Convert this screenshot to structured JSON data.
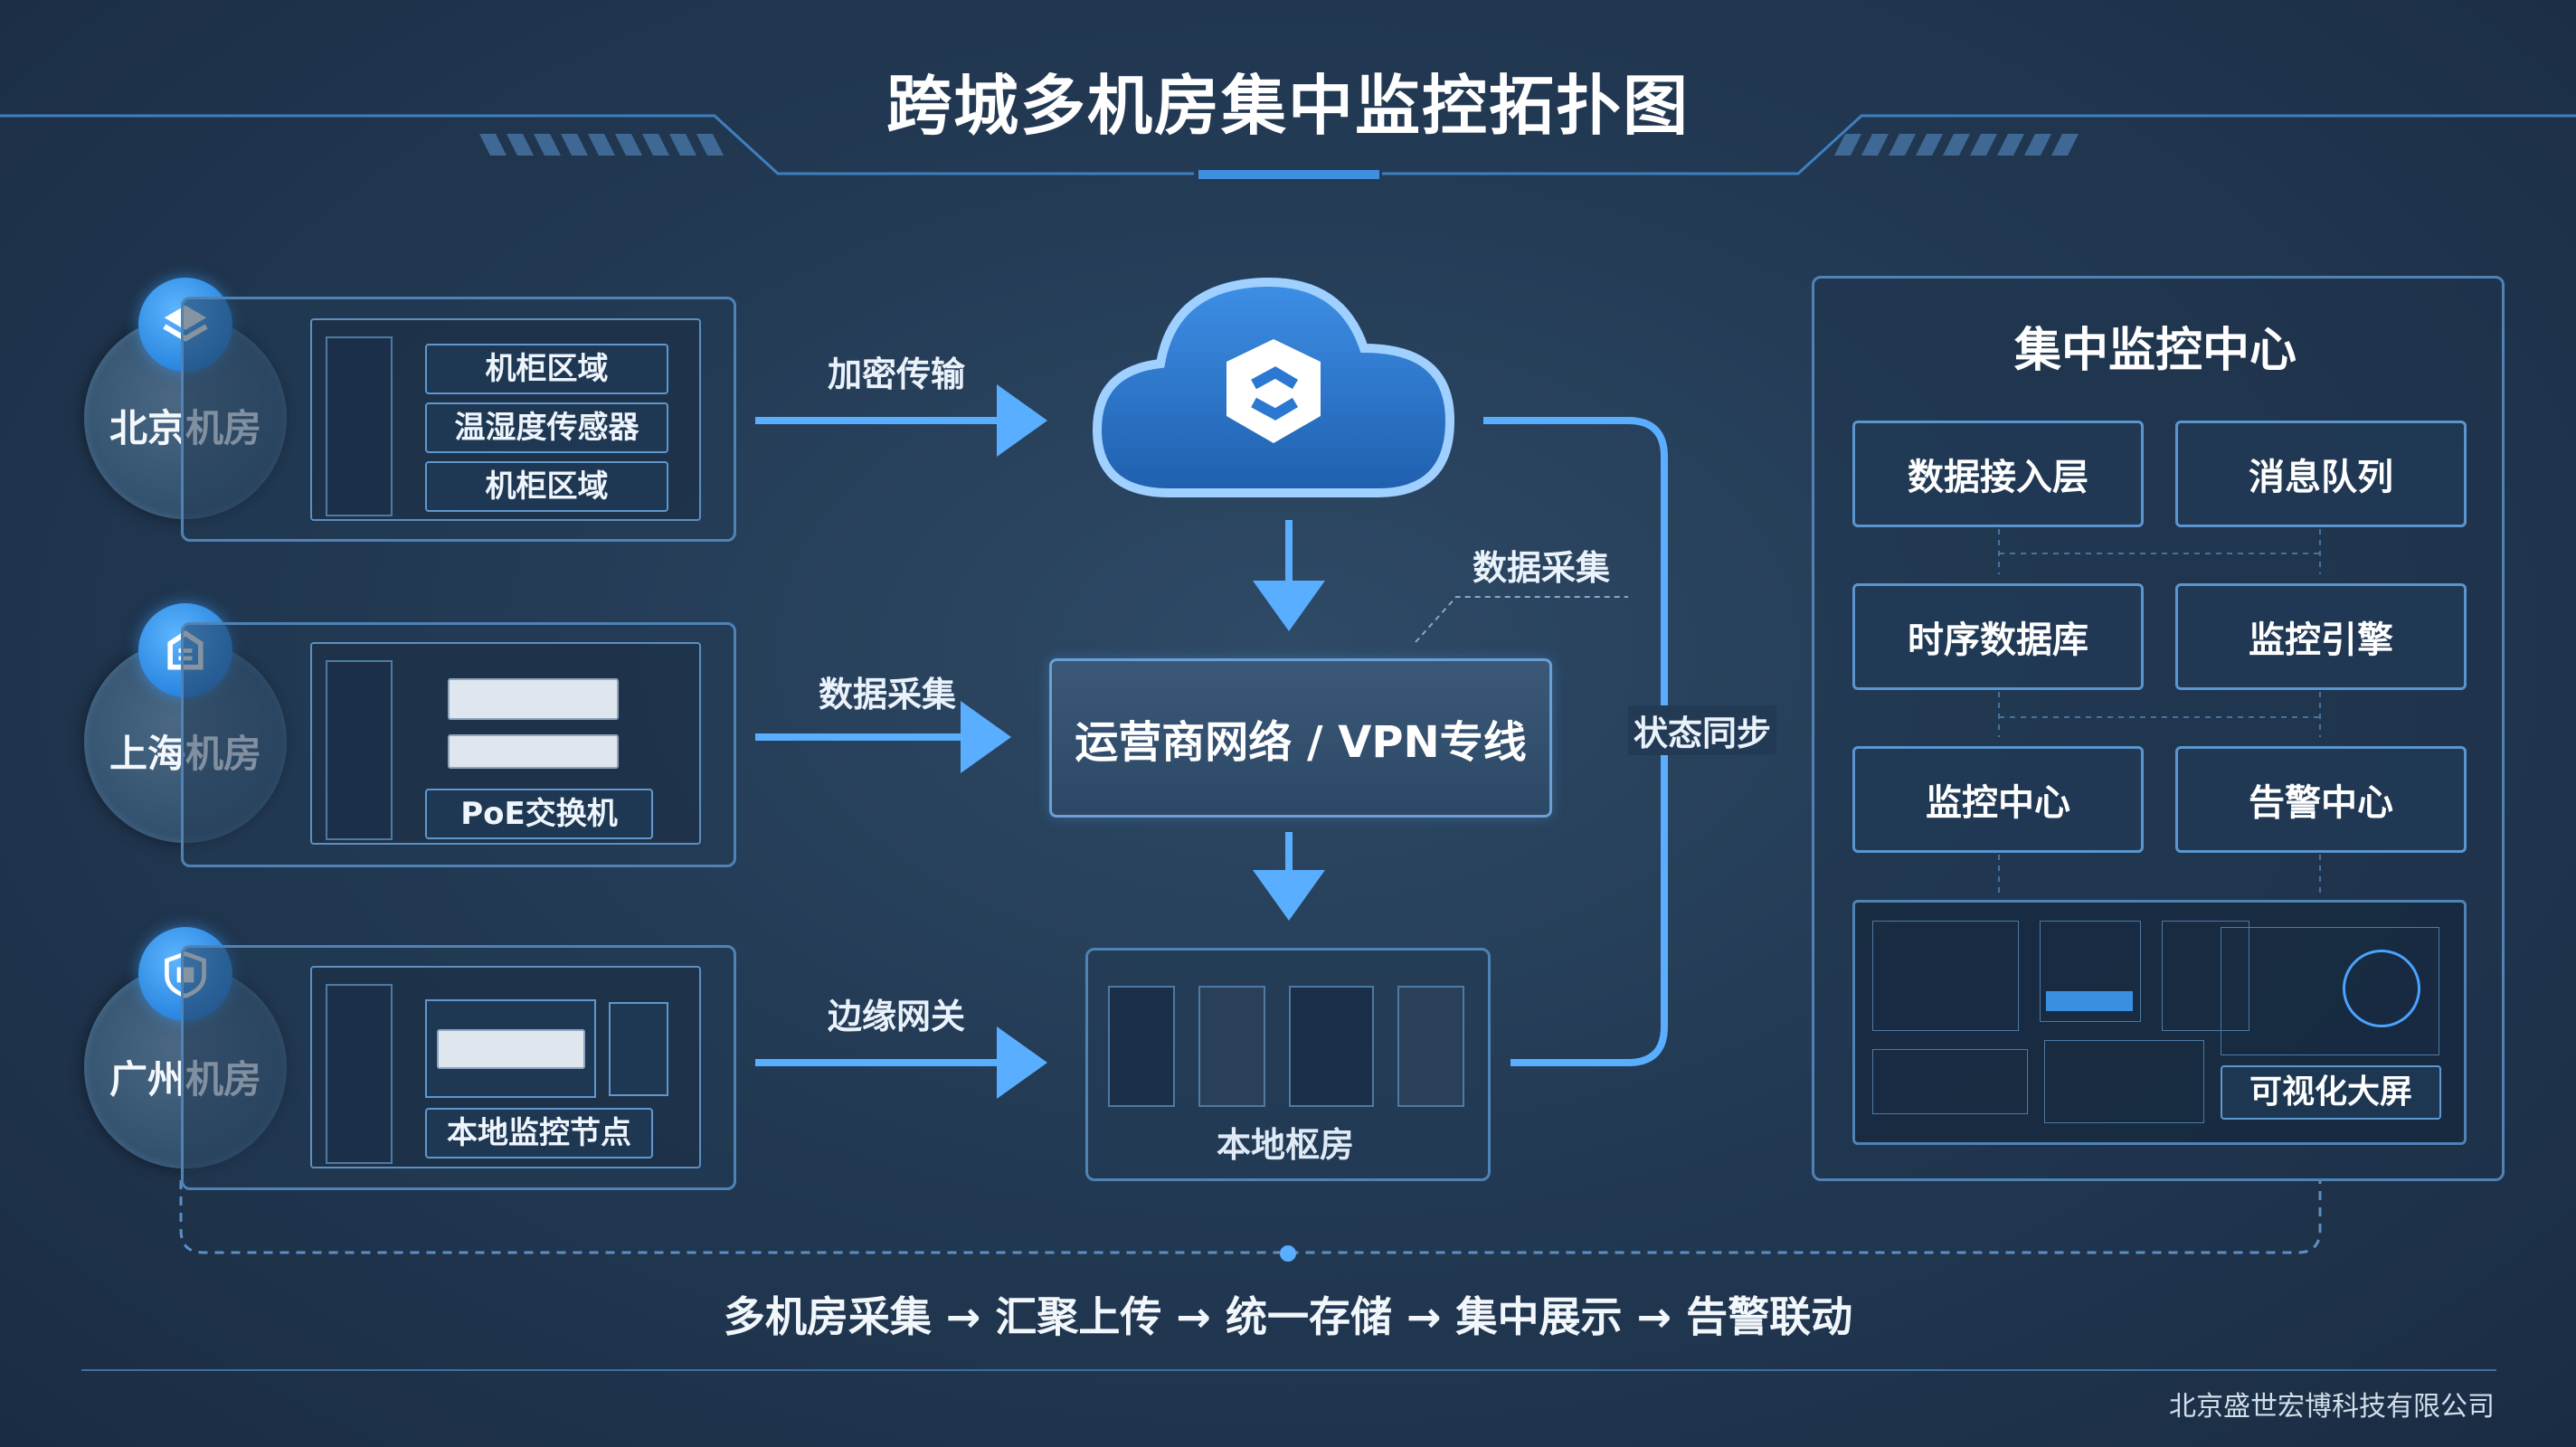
{
  "title": "跨城多机房集中监控拓扑图",
  "sites": [
    {
      "label": "北京机房",
      "icon": "layers-icon",
      "tags": [
        "机柜区域",
        "温湿度传感器",
        "机柜区域"
      ]
    },
    {
      "label": "上海机房",
      "icon": "building-icon",
      "tags": [
        "PoE交换机"
      ]
    },
    {
      "label": "广州机房",
      "icon": "shield-building-icon",
      "tags": [
        "本地监控节点"
      ]
    }
  ],
  "links": {
    "beijing": "加密传输",
    "shanghai": "数据采集",
    "guangzhou": "边缘网关",
    "cloud_to_center": "数据采集",
    "status_sync": "状态同步"
  },
  "network": {
    "label": "运营商网络 / VPN专线"
  },
  "local_room": {
    "label": "本地枢房"
  },
  "center": {
    "title": "集中监控中心",
    "modules": [
      "数据接入层",
      "消息队列",
      "时序数据库",
      "监控引擎",
      "监控中心",
      "告警中心"
    ],
    "screen_label": "可视化大屏"
  },
  "flow": "多机房采集 → 汇聚上传 → 统一存储 → 集中展示 → 告警联动",
  "company": "北京盛世宏博科技有限公司",
  "colors": {
    "accent": "#4aa3ff",
    "line": "#5aaeff",
    "background": "#223850"
  }
}
